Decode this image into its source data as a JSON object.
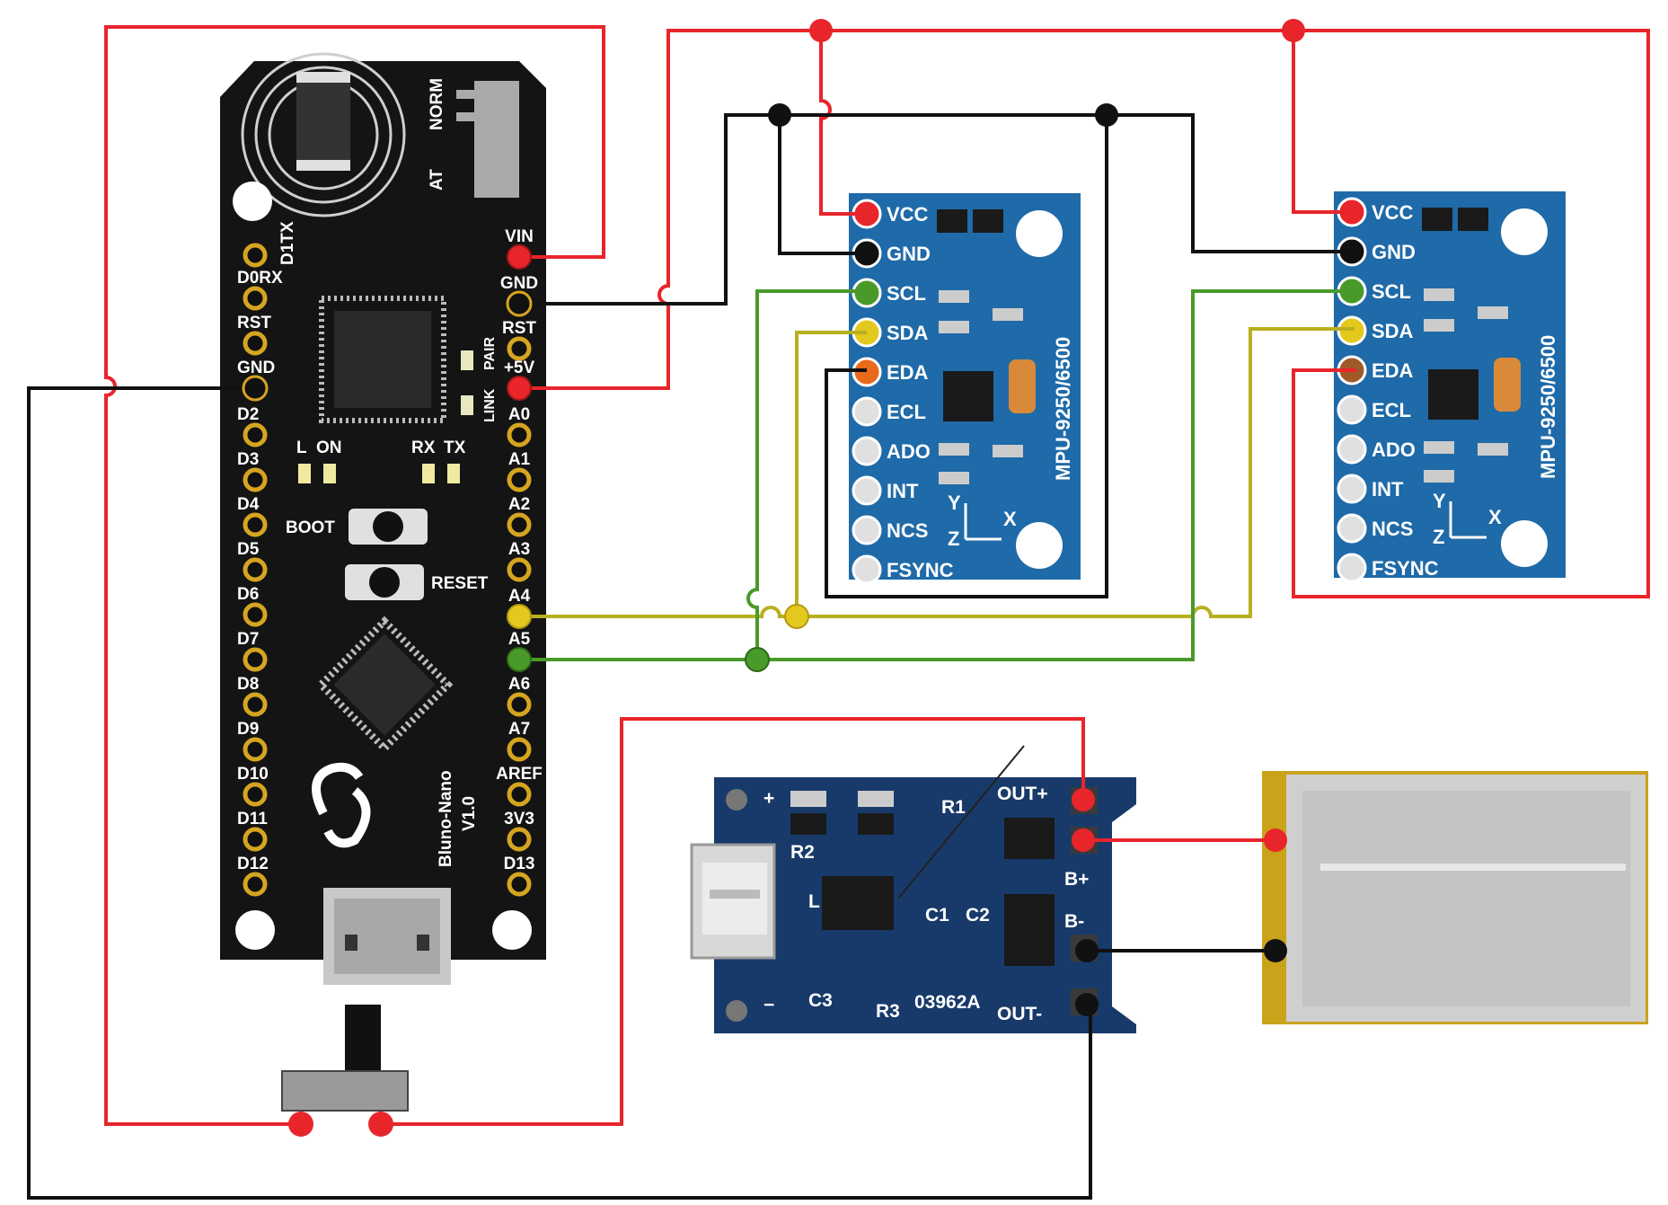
{
  "colors": {
    "wire_power": "#e8252b",
    "wire_ground": "#111111",
    "wire_scl": "#4a9a2a",
    "wire_sda": "#b8b020",
    "pcb_arduino": "#141414",
    "pcb_mpu": "#1f6aa8",
    "pcb_charger": "#173a6a",
    "battery": "#c9c9c9",
    "pad_gold": "#d6a520"
  },
  "bluno": {
    "name_line1": "Bluno-Nano",
    "name_line2": "V1.0",
    "switch_norm": "NORM",
    "switch_at": "AT",
    "left_pins": [
      "D1TX",
      "D0RX",
      "RST",
      "GND",
      "D2",
      "D3",
      "D4",
      "D5",
      "D6",
      "D7",
      "D8",
      "D9",
      "D10",
      "D11",
      "D12"
    ],
    "right_pins": [
      "VIN",
      "GND",
      "RST",
      "+5V",
      "A0",
      "A1",
      "A2",
      "A3",
      "A4",
      "A5",
      "A6",
      "A7",
      "AREF",
      "3V3",
      "D13"
    ],
    "led_l": "L",
    "led_on": "ON",
    "led_rx": "RX",
    "led_tx": "TX",
    "led_link": "LINK",
    "led_pair": "PAIR",
    "boot_label": "BOOT",
    "reset_label": "RESET"
  },
  "mpu": {
    "pins": [
      "VCC",
      "GND",
      "SCL",
      "SDA",
      "EDA",
      "ECL",
      "ADO",
      "INT",
      "NCS",
      "FSYNC"
    ],
    "model": "MPU-9250/6500",
    "axis_x": "X",
    "axis_y": "Y",
    "axis_z": "Z"
  },
  "charger": {
    "out_plus": "OUT+",
    "out_minus": "OUT-",
    "b_plus": "B+",
    "b_minus": "B-",
    "plus": "+",
    "minus": "−",
    "r1": "R1",
    "r2": "R2",
    "r3": "R3",
    "c1": "C1",
    "c2": "C2",
    "c3": "C3",
    "l": "L",
    "code": "03962A"
  }
}
